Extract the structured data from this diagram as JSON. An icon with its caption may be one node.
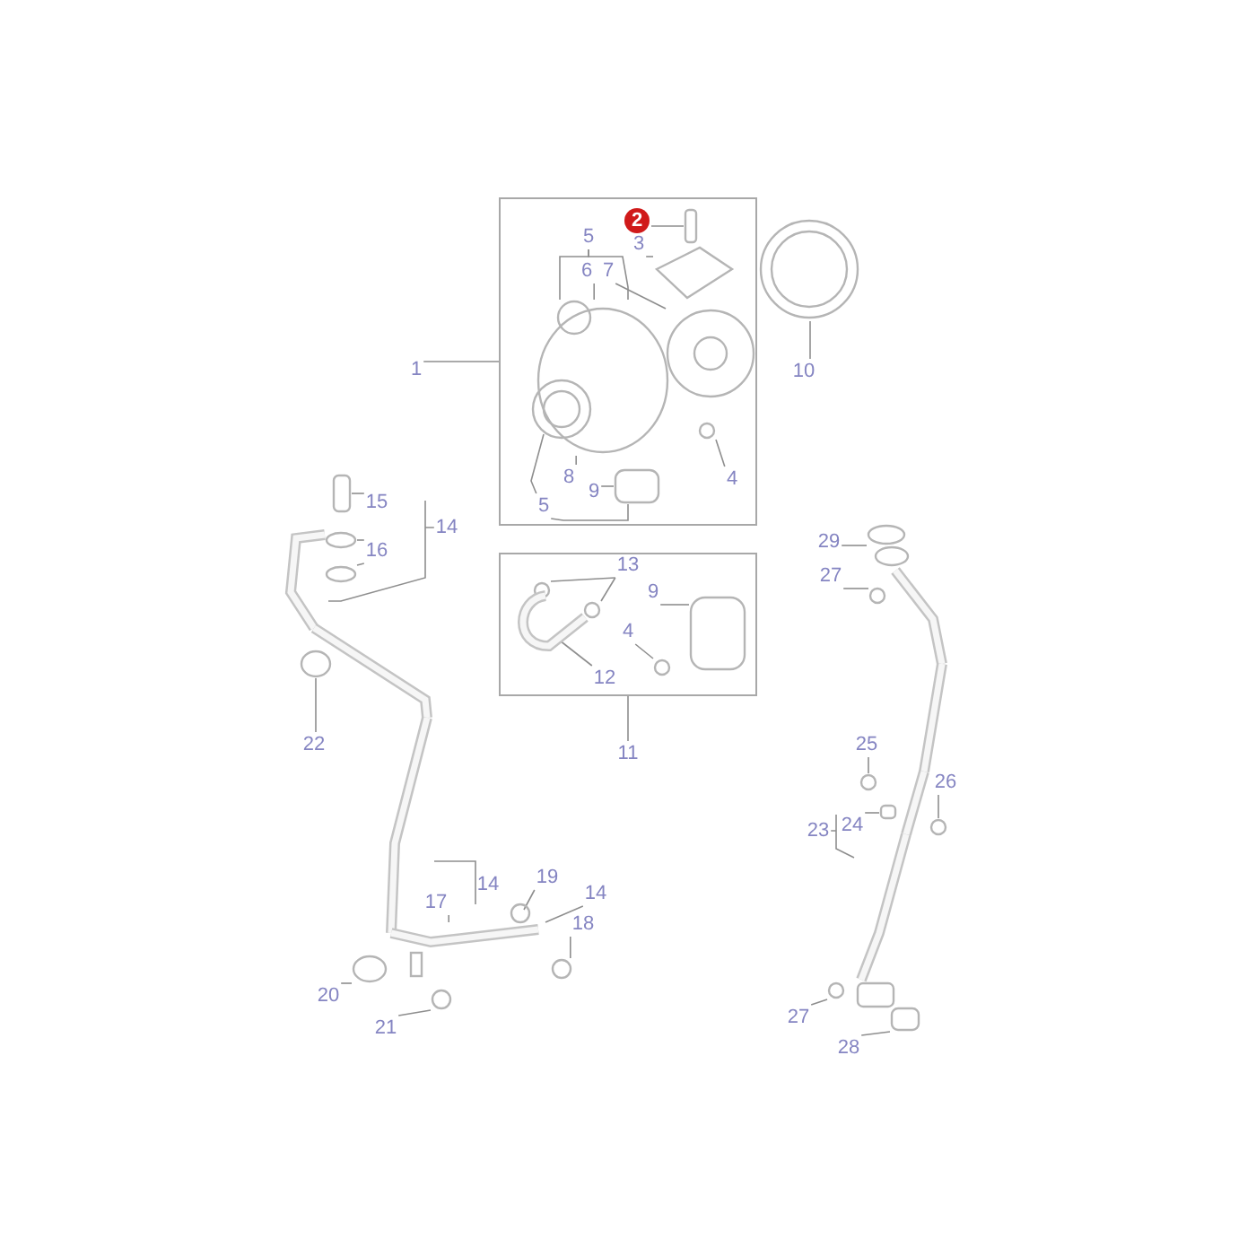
{
  "diagram": {
    "nodes": [
      {
        "text": [],
        "shape": "box"
      },
      {
        "text": [
          "2"
        ],
        "in": 0
      },
      {
        "text": [
          "3"
        ],
        "in": 0
      },
      {
        "text": [
          "5"
        ],
        "in": 0
      },
      {
        "text": [
          "6"
        ],
        "in": 0
      },
      {
        "text": [
          "7"
        ],
        "in": 0
      },
      {
        "text": [
          "8"
        ],
        "in": 0
      },
      {
        "text": [
          "5"
        ],
        "in": 0
      },
      {
        "text": [
          "9"
        ],
        "in": 0
      },
      {
        "text": [
          "4"
        ],
        "in": 0
      },
      {
        "text": [
          "1"
        ]
      },
      {
        "text": [
          "10"
        ]
      },
      {
        "text": [],
        "shape": "box"
      },
      {
        "text": [
          "13"
        ],
        "in": 12
      },
      {
        "text": [
          "9"
        ],
        "in": 12
      },
      {
        "text": [
          "4"
        ],
        "in": 12
      },
      {
        "text": [
          "12"
        ],
        "in": 12
      },
      {
        "text": [
          "11"
        ]
      },
      {
        "text": [
          "15"
        ]
      },
      {
        "text": [
          "14"
        ]
      },
      {
        "text": [
          "16"
        ]
      },
      {
        "text": [
          "22"
        ]
      },
      {
        "text": [
          "14"
        ]
      },
      {
        "text": [
          "17"
        ]
      },
      {
        "text": [
          "19"
        ]
      },
      {
        "text": [
          "14"
        ]
      },
      {
        "text": [
          "18"
        ]
      },
      {
        "text": [
          "20"
        ]
      },
      {
        "text": [
          "21"
        ]
      },
      {
        "text": [
          "29"
        ]
      },
      {
        "text": [
          "27"
        ]
      },
      {
        "text": [
          "25"
        ]
      },
      {
        "text": [
          "26"
        ]
      },
      {
        "text": [
          "23"
        ]
      },
      {
        "text": [
          "24"
        ]
      },
      {
        "text": [
          "27"
        ]
      },
      {
        "text": [
          "28"
        ]
      },
      {
        "text": [],
        "shape": "box",
        "in": 0
      },
      {
        "text": [],
        "shape": "picture",
        "in": 0
      },
      {
        "text": [],
        "shape": "picture",
        "in": 0
      },
      {
        "text": [],
        "shape": "picture",
        "in": 0
      },
      {
        "text": [],
        "shape": "box",
        "in": 0
      },
      {
        "text": [],
        "shape": "circle",
        "in": 0
      },
      {
        "text": [],
        "shape": "picture"
      },
      {
        "text": [],
        "shape": "circle",
        "in": 12
      },
      {
        "text": [],
        "shape": "circle",
        "in": 12
      },
      {
        "text": [],
        "shape": "picture",
        "in": 12
      },
      {
        "text": [],
        "shape": "circle",
        "in": 12
      },
      {
        "text": [],
        "shape": "box",
        "in": 12
      },
      {
        "text": [],
        "shape": "box"
      },
      {
        "text": [],
        "shape": "circle"
      },
      {
        "text": [],
        "shape": "circle"
      },
      {
        "text": [],
        "shape": "picture"
      },
      {
        "text": [],
        "shape": "circle"
      },
      {
        "text": [],
        "shape": "picture"
      },
      {
        "text": [],
        "shape": "picture"
      },
      {
        "text": [],
        "shape": "picture"
      },
      {
        "text": [],
        "shape": "circle"
      },
      {
        "text": [],
        "shape": "circle"
      },
      {
        "text": [],
        "shape": "circle"
      },
      {
        "text": [],
        "shape": "circle"
      },
      {
        "text": [],
        "shape": "picture"
      },
      {
        "text": [],
        "shape": "circle"
      },
      {
        "text": [],
        "shape": "picture"
      },
      {
        "text": [],
        "shape": "picture"
      },
      {
        "text": [],
        "shape": "circle"
      },
      {
        "text": [],
        "shape": "box"
      },
      {
        "text": [],
        "shape": "picture"
      },
      {
        "text": [],
        "shape": "circle"
      },
      {
        "text": [],
        "shape": "picture"
      },
      {
        "text": [],
        "shape": "circle"
      },
      {
        "text": [],
        "shape": "box"
      }
    ],
    "edges": [
      {
        "from": 1,
        "to": 37,
        "arrow": "none"
      },
      {
        "from": 2,
        "to": 38,
        "arrow": "none"
      },
      {
        "from": 3,
        "to": 39,
        "arrow": "none"
      },
      {
        "from": 3,
        "to": 39,
        "arrow": "none"
      },
      {
        "from": 4,
        "to": 39,
        "arrow": "none"
      },
      {
        "from": 5,
        "to": 40,
        "arrow": "none"
      },
      {
        "from": 6,
        "to": 39,
        "arrow": "none"
      },
      {
        "from": 7,
        "to": 39,
        "arrow": "none"
      },
      {
        "from": 7,
        "to": 41,
        "arrow": "none"
      },
      {
        "from": 8,
        "to": 41,
        "arrow": "none"
      },
      {
        "from": 9,
        "to": 42,
        "arrow": "none"
      },
      {
        "from": 10,
        "to": 0,
        "arrow": "none"
      },
      {
        "from": 11,
        "to": 43,
        "arrow": "none"
      },
      {
        "from": 13,
        "to": 44,
        "arrow": "none"
      },
      {
        "from": 13,
        "to": 45,
        "arrow": "none"
      },
      {
        "from": 14,
        "to": 48,
        "arrow": "none"
      },
      {
        "from": 15,
        "to": 47,
        "arrow": "none"
      },
      {
        "from": 16,
        "to": 46,
        "arrow": "none"
      },
      {
        "from": 17,
        "to": 12,
        "arrow": "none"
      },
      {
        "from": 18,
        "to": 49,
        "arrow": "none"
      },
      {
        "from": 19,
        "to": 52,
        "arrow": "none"
      },
      {
        "from": 20,
        "to": 50,
        "arrow": "none"
      },
      {
        "from": 20,
        "to": 51,
        "arrow": "none"
      },
      {
        "from": 21,
        "to": 53,
        "arrow": "none"
      },
      {
        "from": 22,
        "to": 55,
        "arrow": "none"
      },
      {
        "from": 23,
        "to": 56,
        "arrow": "none"
      },
      {
        "from": 24,
        "to": 57,
        "arrow": "none"
      },
      {
        "from": 25,
        "to": 56,
        "arrow": "none"
      },
      {
        "from": 26,
        "to": 58,
        "arrow": "none"
      },
      {
        "from": 27,
        "to": 59,
        "arrow": "none"
      },
      {
        "from": 28,
        "to": 60,
        "arrow": "none"
      },
      {
        "from": 29,
        "to": 61,
        "arrow": "none"
      },
      {
        "from": 30,
        "to": 62,
        "arrow": "none"
      },
      {
        "from": 31,
        "to": 65,
        "arrow": "none"
      },
      {
        "from": 32,
        "to": 68,
        "arrow": "none"
      },
      {
        "from": 33,
        "to": 69,
        "arrow": "none"
      },
      {
        "from": 34,
        "to": 66,
        "arrow": "none"
      },
      {
        "from": 35,
        "to": 70,
        "arrow": "none"
      },
      {
        "from": 36,
        "to": 71,
        "arrow": "none"
      }
    ]
  }
}
